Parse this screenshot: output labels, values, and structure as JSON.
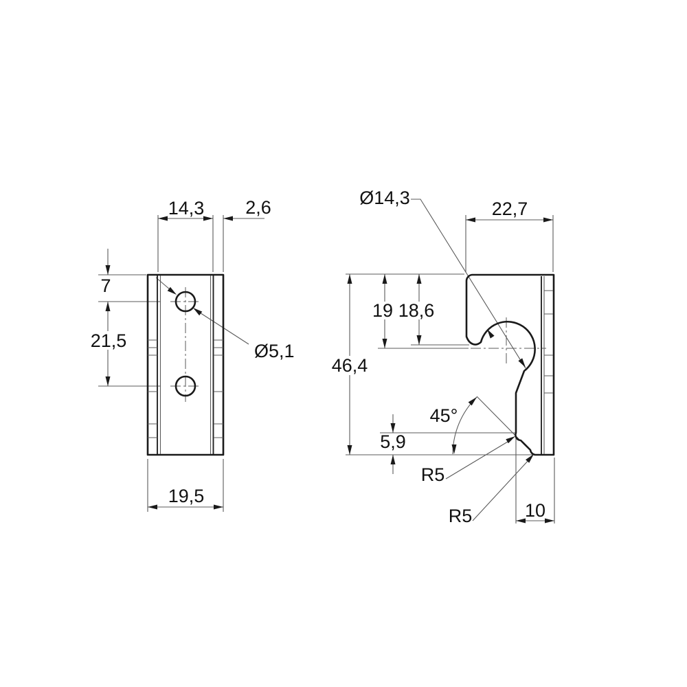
{
  "drawing": {
    "style": {
      "background": "#ffffff",
      "outline_color": "#1a1a1a",
      "thin_line_color": "#5a5a5a",
      "text_color": "#111111"
    },
    "front_view": {
      "dim_inner_width": "14,3",
      "dim_side_flange": "2,6",
      "dim_hole_top_offset": "7",
      "dim_hole_spacing": "21,5",
      "dim_hole_diameter": "Ø5,1",
      "dim_overall_width": "19,5"
    },
    "side_view": {
      "dim_hook_diameter": "Ø14,3",
      "dim_top_width": "22,7",
      "dim_hook_center_depth": "19",
      "dim_hook_lip_depth": "18,6",
      "dim_overall_height": "46,4",
      "dim_chamfer_angle": "45°",
      "dim_chamfer_height": "5,9",
      "dim_radius_upper": "R5",
      "dim_radius_lower": "R5",
      "dim_bottom_flat": "10"
    }
  }
}
